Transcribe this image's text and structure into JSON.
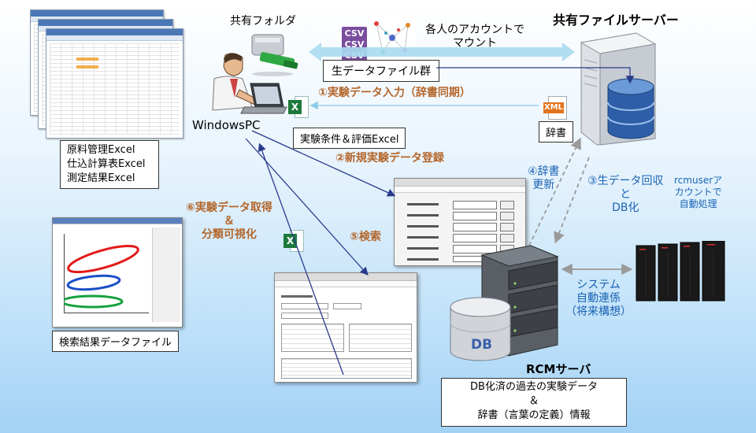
{
  "labels": {
    "shared_folder": "共有フォルダ",
    "account_mount_line1": "各人のアカウントで",
    "account_mount_line2": "マウント",
    "shared_file_server": "共有ファイルサーバー",
    "raw_data_files": "生データファイル群",
    "step1": "①実験データ入力（辞書同期）",
    "windows_pc": "WindowsPC",
    "dictionary": "辞書",
    "xml_tag": "XML",
    "csv_tag": "CSV",
    "excel_tag": "X",
    "db_tag": "DB",
    "conditions_excel": "実験条件＆評価Excel",
    "step2": "②新規実験データ登録",
    "excel_list": [
      "原料管理Excel",
      "仕込計算表Excel",
      "測定結果Excel"
    ],
    "step4_line1": "④辞書",
    "step4_line2": "更新",
    "step3_line1": "③生データ回収",
    "step3_line2": "と",
    "step3_line3": "DB化",
    "rcmuser_line1": "rcmuserア",
    "rcmuser_line2": "カウントで",
    "rcmuser_line3": "自動処理",
    "step6_line1": "⑥実験データ取得",
    "step6_line2": "＆",
    "step6_line3": "分類可視化",
    "step5": "⑤検索",
    "system_link_line1": "システム",
    "system_link_line2": "自動連係",
    "system_link_line3": "（将来構想）",
    "search_result_file": "検索結果データファイル",
    "rcm_server": "RCMサーバ",
    "db_desc_line1": "DB化済の過去の実験データ",
    "db_desc_line2": "＆",
    "db_desc_line3": "辞書（言葉の定義）情報"
  },
  "colors": {
    "step_text": "#b4662b",
    "note_text": "#1a63b4",
    "arrow_dark": "#2a3a8c",
    "arrow_light": "#a8dcf0",
    "arrow_gray": "#9a9a9a",
    "ellipse_red": "#e31a1a",
    "ellipse_blue": "#1a4fc8",
    "ellipse_green": "#15a03c"
  },
  "icons": [
    "person-at-laptop-icon",
    "usb-drive-icon",
    "server-tower-icon",
    "database-cylinder-icon",
    "rack-server-icon",
    "supercomputer-icon",
    "excel-file-icon",
    "csv-file-icon",
    "xml-file-icon"
  ]
}
